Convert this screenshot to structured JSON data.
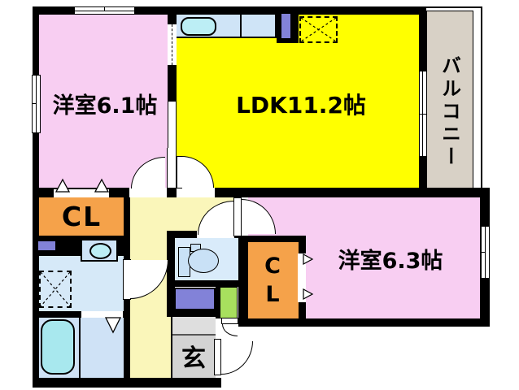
{
  "plan_title": "1LDK+2 apartment floor plan",
  "rooms": {
    "bedroom1": {
      "label": "洋室6.1帖",
      "area_tatami": 6.1
    },
    "ldk": {
      "label": "LDK11.2帖",
      "area_tatami": 11.2
    },
    "bedroom2": {
      "label": "洋室6.3帖",
      "area_tatami": 6.3
    },
    "balcony": {
      "label": "バルコニー"
    },
    "closet1": {
      "label": "CL"
    },
    "closet2": {
      "label": "CL"
    },
    "entrance": {
      "label": "玄"
    }
  },
  "fixtures": {
    "kitchen_sink": "kitchen-sink",
    "kitchen_counter": "kitchen-counter",
    "refrigerator_space": "refrigerator-space-dashed",
    "washbasin": "washbasin-vanity",
    "washing_machine_space": "washing-machine-space-dashed",
    "toilet": "toilet",
    "bathtub": "bathtub",
    "shoe_cabinet": "shoe-cabinet",
    "storage_unit": "storage-unit"
  },
  "colors": {
    "room_pink": "#f8cef2",
    "ldk_yellow": "#ffff00",
    "corridor_cream": "#faf6ba",
    "closet_orange": "#f5a24a",
    "water_area_blue": "#d6e9f8",
    "counter_blue": "#cfe4f7",
    "tub_cyan": "#a8e8ee",
    "sink_cyan": "#bceef5",
    "balcony_beige": "#d8d1c6",
    "entrance_gray": "#d3d3d3",
    "entrance_gray_light": "#dedede",
    "accent_purple": "#8282d8",
    "accent_green": "#a8e05e",
    "wall_black": "#000000"
  }
}
